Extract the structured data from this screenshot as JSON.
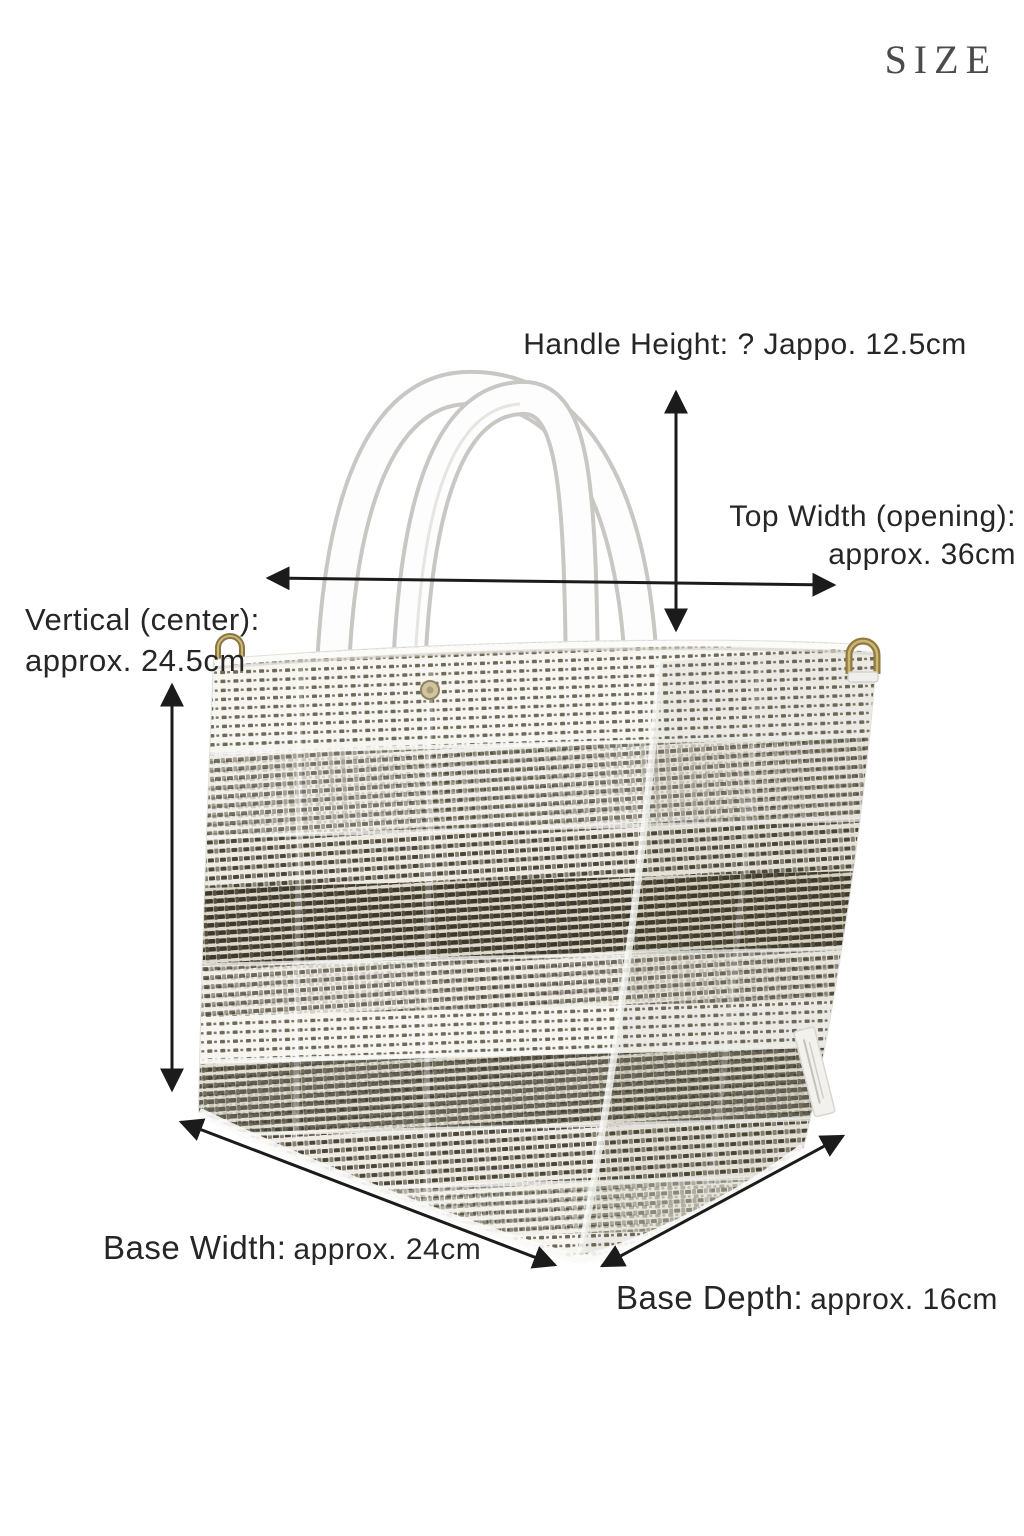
{
  "title": "SIZE",
  "annotations": {
    "handle_height": {
      "text": "Handle Height: ? Jappo. 12.5cm"
    },
    "top_width": {
      "line1": "Top Width (opening):",
      "line2": "approx. 36cm"
    },
    "vertical_center": {
      "line1": "Vertical (center):",
      "line2": "approx. 24.5cm"
    },
    "base_width": {
      "label": "Base Width:",
      "value": "approx. 24cm"
    },
    "base_depth": {
      "label": "Base Depth:",
      "value": "approx. 16cm"
    }
  },
  "measurements": [
    {
      "name": "Handle Height",
      "value_cm": 12.5
    },
    {
      "name": "Top Width (opening)",
      "value_cm": 36
    },
    {
      "name": "Vertical (center)",
      "value_cm": 24.5
    },
    {
      "name": "Base Width",
      "value_cm": 24
    },
    {
      "name": "Base Depth",
      "value_cm": 16
    }
  ],
  "colors": {
    "background": "#ffffff",
    "text": "#262626",
    "title": "#4b4b4b",
    "arrow": "#1b1b1b",
    "hardware_gold": "#93793f",
    "weave_dark": "#3c382c",
    "weave_light": "#f6f5f0"
  }
}
